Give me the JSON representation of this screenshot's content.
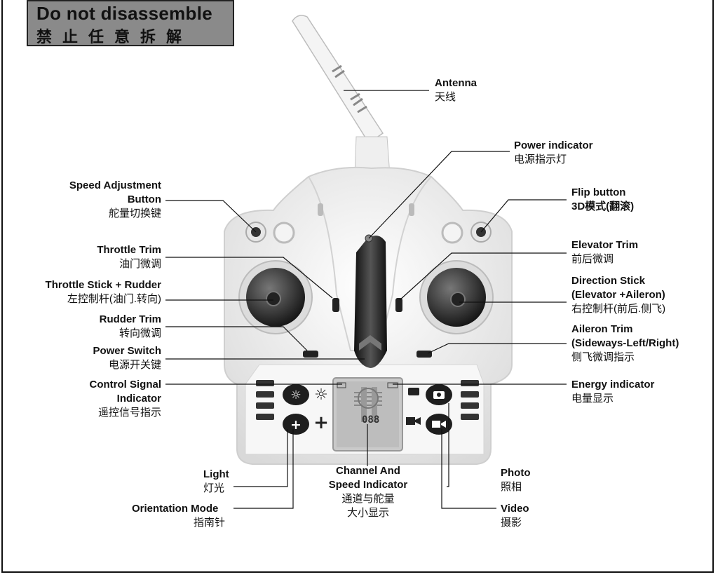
{
  "warning": {
    "en": "Do not disassemble",
    "zh": "禁止任意拆解"
  },
  "labels": {
    "antenna": {
      "en": "Antenna",
      "zh": "天线"
    },
    "power_indicator": {
      "en": "Power indicator",
      "zh": "电源指示灯"
    },
    "speed_adjustment": {
      "en1": "Speed Adjustment",
      "en2": "Button",
      "zh": "舵量切换键"
    },
    "flip_button": {
      "en": "Flip button",
      "zh": "3D模式(翻滚)"
    },
    "throttle_trim": {
      "en": "Throttle Trim",
      "zh": "油门微调"
    },
    "elevator_trim": {
      "en": "Elevator Trim",
      "zh": "前后微调"
    },
    "throttle_stick": {
      "en": "Throttle Stick + Rudder",
      "zh": "左控制杆(油门.转向)"
    },
    "direction_stick": {
      "en1": "Direction Stick",
      "en2": "(Elevator +Aileron)",
      "zh": "右控制杆(前后.侧飞)"
    },
    "rudder_trim": {
      "en": "Rudder Trim",
      "zh": "转向微调"
    },
    "aileron_trim": {
      "en1": "Aileron Trim",
      "en2": "(Sideways-Left/Right)",
      "zh": "侧飞微调指示"
    },
    "power_switch": {
      "en": "Power Switch",
      "zh": "电源开关键"
    },
    "control_signal": {
      "en1": "Control Signal",
      "en2": "Indicator",
      "zh": "遥控信号指示"
    },
    "energy_indicator": {
      "en": "Energy indicator",
      "zh": "电量显示"
    },
    "light": {
      "en": "Light",
      "zh": "灯光"
    },
    "orientation_mode": {
      "en": "Orientation Mode",
      "zh": "指南针"
    },
    "channel_speed": {
      "en1": "Channel And",
      "en2": "Speed Indicator",
      "zh1": "通道与舵量",
      "zh2": "大小显示"
    },
    "photo": {
      "en": "Photo",
      "zh": "照相"
    },
    "video": {
      "en": "Video",
      "zh": "摄影"
    }
  },
  "lcd": {
    "readout": "088"
  },
  "icons": [
    "antenna-icon",
    "joystick-icon",
    "sun-icon",
    "plus-icon",
    "camera-icon",
    "video-camera-icon",
    "lcd-screen-icon"
  ],
  "colors": {
    "body": "#f2f2f2",
    "shadow": "#c8c8c8",
    "dark": "#2a2a2a",
    "warning_bg": "#8a8a8a"
  }
}
